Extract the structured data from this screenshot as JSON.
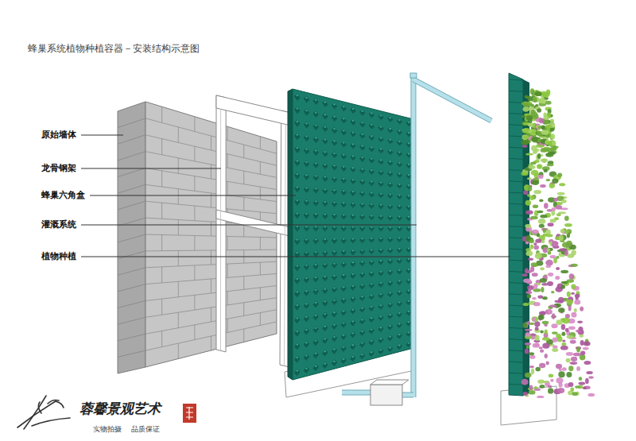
{
  "diagram": {
    "title": "蜂巢系统植物种植容器－安装结构示意图",
    "labels": [
      "原始墙体",
      "龙骨钢架",
      "蜂巢六角盒",
      "灌溉系统",
      "植物种植",
      "蓉馨景观艺术",
      "实物拍摄",
      "品质保证"
    ]
  }
}
